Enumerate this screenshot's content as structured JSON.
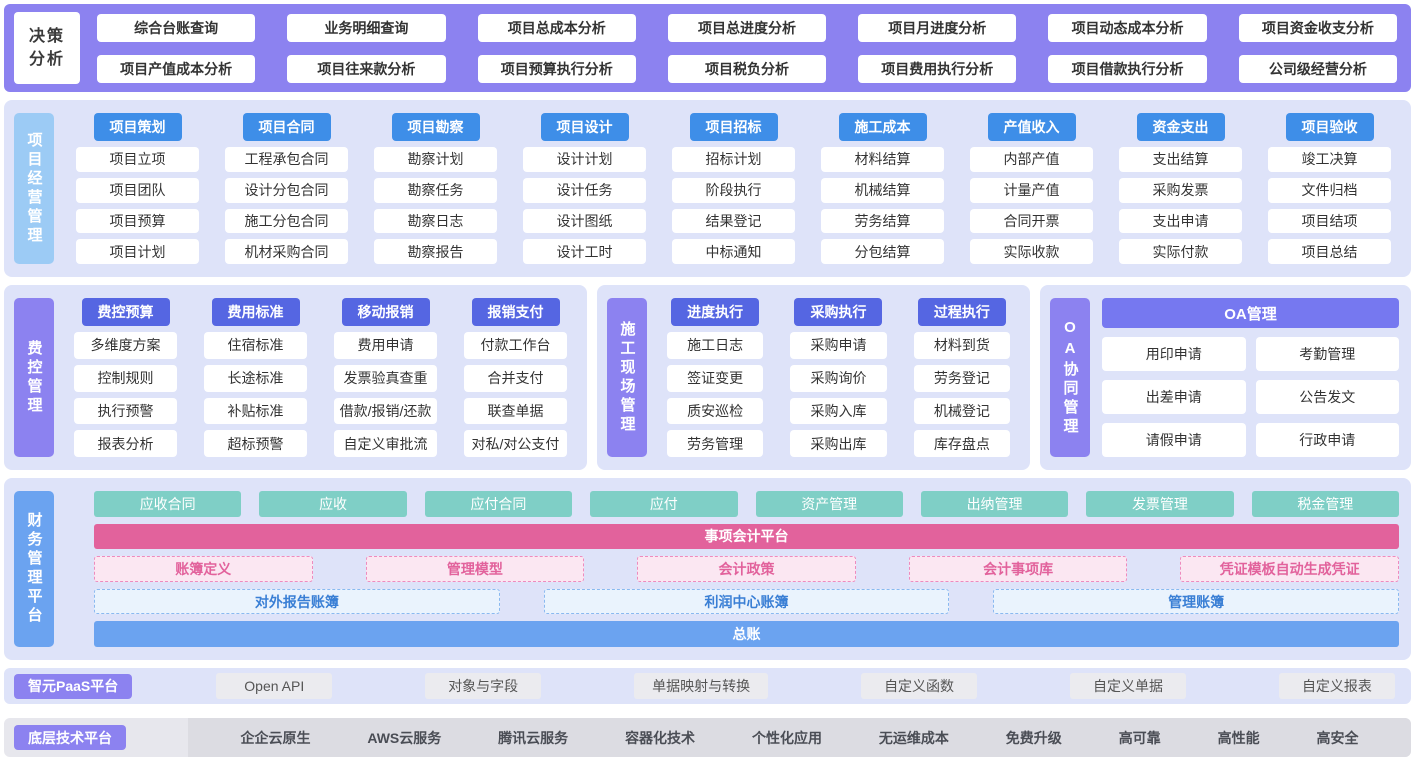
{
  "palette": {
    "band_purple": "#8C82F0",
    "section_lavender": "#DEE3F9",
    "header_blue": "#3E8EE8",
    "label_light_blue": "#9CCBF5",
    "header_indigo": "#5566E2",
    "oa_header_purple": "#7678F0",
    "finance_blue": "#6BA3F0",
    "teal": "#7FCFC6",
    "pink": "#E2629C"
  },
  "decision": {
    "label": "决策分析",
    "rows": [
      [
        "综合台账查询",
        "业务明细查询",
        "项目总成本分析",
        "项目总进度分析",
        "项目月进度分析",
        "项目动态成本分析",
        "项目资金收支分析"
      ],
      [
        "项目产值成本分析",
        "项目往来款分析",
        "项目预算执行分析",
        "项目税负分析",
        "项目费用执行分析",
        "项目借款执行分析",
        "公司级经营分析"
      ]
    ]
  },
  "project_mgmt": {
    "label": "项目经营管理",
    "columns": [
      {
        "header": "项目策划",
        "items": [
          "项目立项",
          "项目团队",
          "项目预算",
          "项目计划"
        ]
      },
      {
        "header": "项目合同",
        "items": [
          "工程承包合同",
          "设计分包合同",
          "施工分包合同",
          "机材采购合同"
        ]
      },
      {
        "header": "项目勘察",
        "items": [
          "勘察计划",
          "勘察任务",
          "勘察日志",
          "勘察报告"
        ]
      },
      {
        "header": "项目设计",
        "items": [
          "设计计划",
          "设计任务",
          "设计图纸",
          "设计工时"
        ]
      },
      {
        "header": "项目招标",
        "items": [
          "招标计划",
          "阶段执行",
          "结果登记",
          "中标通知"
        ]
      },
      {
        "header": "施工成本",
        "items": [
          "材料结算",
          "机械结算",
          "劳务结算",
          "分包结算"
        ]
      },
      {
        "header": "产值收入",
        "items": [
          "内部产值",
          "计量产值",
          "合同开票",
          "实际收款"
        ]
      },
      {
        "header": "资金支出",
        "items": [
          "支出结算",
          "采购发票",
          "支出申请",
          "实际付款"
        ]
      },
      {
        "header": "项目验收",
        "items": [
          "竣工决算",
          "文件归档",
          "项目结项",
          "项目总结"
        ]
      }
    ]
  },
  "cost_control": {
    "label": "费控管理",
    "groups": [
      {
        "header": "费控预算",
        "items": [
          "多维度方案",
          "控制规则",
          "执行预警",
          "报表分析"
        ]
      },
      {
        "header": "费用标准",
        "items": [
          "住宿标准",
          "长途标准",
          "补贴标准",
          "超标预警"
        ]
      },
      {
        "header": "移动报销",
        "items": [
          "费用申请",
          "发票验真查重",
          "借款/报销/还款",
          "自定义审批流"
        ]
      },
      {
        "header": "报销支付",
        "items": [
          "付款工作台",
          "合并支付",
          "联查单据",
          "对私/对公支付"
        ]
      }
    ]
  },
  "site_mgmt": {
    "label": "施工现场管理",
    "groups": [
      {
        "header": "进度执行",
        "items": [
          "施工日志",
          "签证变更",
          "质安巡检",
          "劳务管理"
        ]
      },
      {
        "header": "采购执行",
        "items": [
          "采购申请",
          "采购询价",
          "采购入库",
          "采购出库"
        ]
      },
      {
        "header": "过程执行",
        "items": [
          "材料到货",
          "劳务登记",
          "机械登记",
          "库存盘点"
        ]
      }
    ]
  },
  "oa": {
    "label": "OA协同管理",
    "header": "OA管理",
    "items": [
      "用印申请",
      "考勤管理",
      "出差申请",
      "公告发文",
      "请假申请",
      "行政申请"
    ]
  },
  "finance": {
    "label": "财务管理平台",
    "modules": [
      "应收合同",
      "应收",
      "应付合同",
      "应付",
      "资产管理",
      "出纳管理",
      "发票管理",
      "税金管理"
    ],
    "accounting_platform": "事项会计平台",
    "accounting_items": [
      "账簿定义",
      "管理模型",
      "会计政策",
      "会计事项库",
      "凭证模板自动生成凭证"
    ],
    "ledgers": [
      "对外报告账簿",
      "利润中心账簿",
      "管理账簿"
    ],
    "general_ledger": "总账"
  },
  "paas": {
    "label": "智元PaaS平台",
    "items": [
      "Open API",
      "对象与字段",
      "单据映射与转换",
      "自定义函数",
      "自定义单据",
      "自定义报表"
    ]
  },
  "base_platform": {
    "label": "底层技术平台",
    "items": [
      "企企云原生",
      "AWS云服务",
      "腾讯云服务",
      "容器化技术",
      "个性化应用",
      "无运维成本",
      "免费升级",
      "高可靠",
      "高性能",
      "高安全"
    ]
  }
}
